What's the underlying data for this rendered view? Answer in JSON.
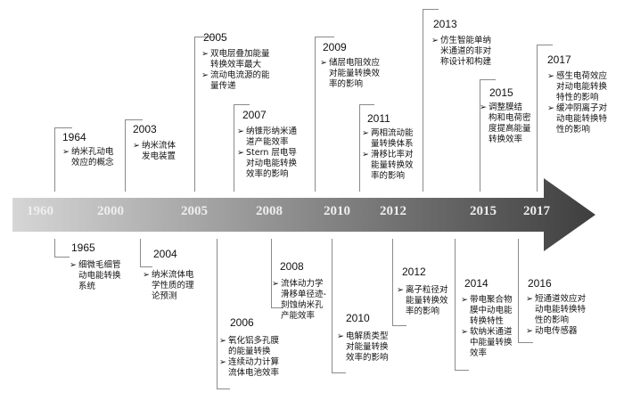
{
  "axis_years": [
    "1960",
    "2000",
    "2005",
    "2008",
    "2010",
    "2012",
    "2015",
    "2017"
  ],
  "arrow_colors": {
    "start": "#d6d6d6",
    "end": "#3e3e3e"
  },
  "bullet_glyph": "➢",
  "events": [
    {
      "id": "e1964",
      "year": "1964",
      "items": [
        "纳米孔动电\n效应的概念"
      ]
    },
    {
      "id": "e1965",
      "year": "1965",
      "items": [
        "细微毛细管\n动电能转换\n系统"
      ]
    },
    {
      "id": "e2003",
      "year": "2003",
      "items": [
        "纳米流体\n发电装置"
      ]
    },
    {
      "id": "e2004",
      "year": "2004",
      "items": [
        "纳米流体电\n学性质的理\n论预测"
      ]
    },
    {
      "id": "e2005",
      "year": "2005",
      "items": [
        "双电层叠加能量\n转换效率最大",
        "流动电流源的能\n量传递"
      ]
    },
    {
      "id": "e2006",
      "year": "2006",
      "items": [
        "氧化铝多孔膜\n的能量转换",
        "连续动力计算\n流体电池效率"
      ]
    },
    {
      "id": "e2007",
      "year": "2007",
      "items": [
        "纳锥形纳米通\n道产能效率",
        "Stern 层电导\n对动电能转换\n效率的影响"
      ]
    },
    {
      "id": "e2008",
      "year": "2008",
      "items": [
        "流体动力学\n滑移单径迹-\n刻蚀纳米孔\n产能效率"
      ]
    },
    {
      "id": "e2009",
      "year": "2009",
      "items": [
        "储层电阻效应\n对能量转换效\n率的影响"
      ]
    },
    {
      "id": "e2010",
      "year": "2010",
      "items": [
        "电解质类型\n对能量转换\n效率的影响"
      ]
    },
    {
      "id": "e2011",
      "year": "2011",
      "items": [
        "两相流动能\n量转换体系",
        "滑移比率对\n能量转换效\n率的影响"
      ]
    },
    {
      "id": "e2012",
      "year": "2012",
      "items": [
        "离子粒径对\n能量转换效\n率的影响"
      ]
    },
    {
      "id": "e2013",
      "year": "2013",
      "items": [
        "仿生智能单纳\n米通道的非对\n称设计和构建"
      ]
    },
    {
      "id": "e2014",
      "year": "2014",
      "items": [
        "带电聚合物\n膜中动电能\n转换特性",
        "软纳米通道\n中能量转换\n效率"
      ]
    },
    {
      "id": "e2015",
      "year": "2015",
      "items": [
        "调整膜结\n构和电荷密\n度提高能量\n转换效率"
      ]
    },
    {
      "id": "e2016",
      "year": "2016",
      "items": [
        "短通道效应对\n动电能转换特\n性的影响",
        "动电传感器"
      ]
    },
    {
      "id": "e2017",
      "year": "2017",
      "items": [
        "感生电荷效应\n对动电能转换\n特性的影响",
        "缓冲阴离子对\n动电能转换特\n性的影响"
      ]
    }
  ]
}
